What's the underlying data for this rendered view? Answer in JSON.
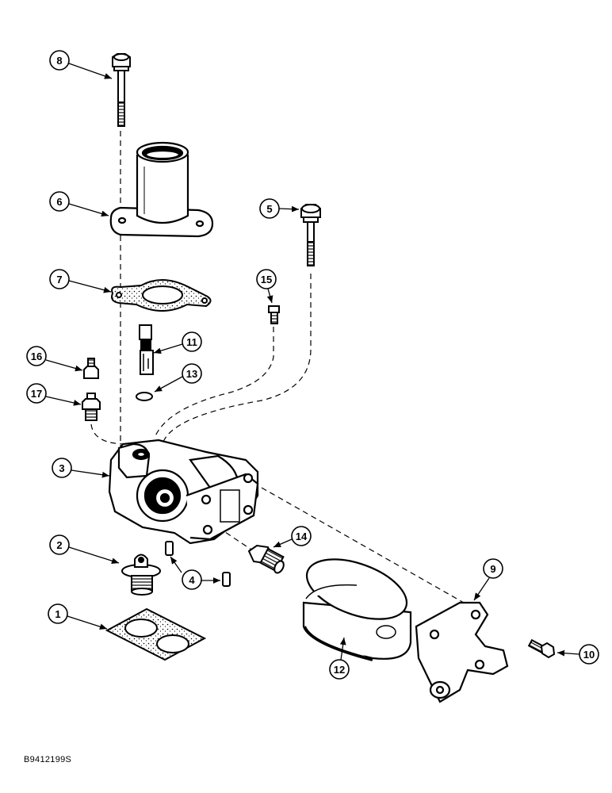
{
  "figure_code": "B9412199S",
  "callouts": [
    {
      "label": "1"
    },
    {
      "label": "2"
    },
    {
      "label": "3"
    },
    {
      "label": "4"
    },
    {
      "label": "5"
    },
    {
      "label": "6"
    },
    {
      "label": "7"
    },
    {
      "label": "8"
    },
    {
      "label": "9"
    },
    {
      "label": "10"
    },
    {
      "label": "11"
    },
    {
      "label": "12"
    },
    {
      "label": "13"
    },
    {
      "label": "14"
    },
    {
      "label": "15"
    },
    {
      "label": "16"
    },
    {
      "label": "17"
    }
  ]
}
